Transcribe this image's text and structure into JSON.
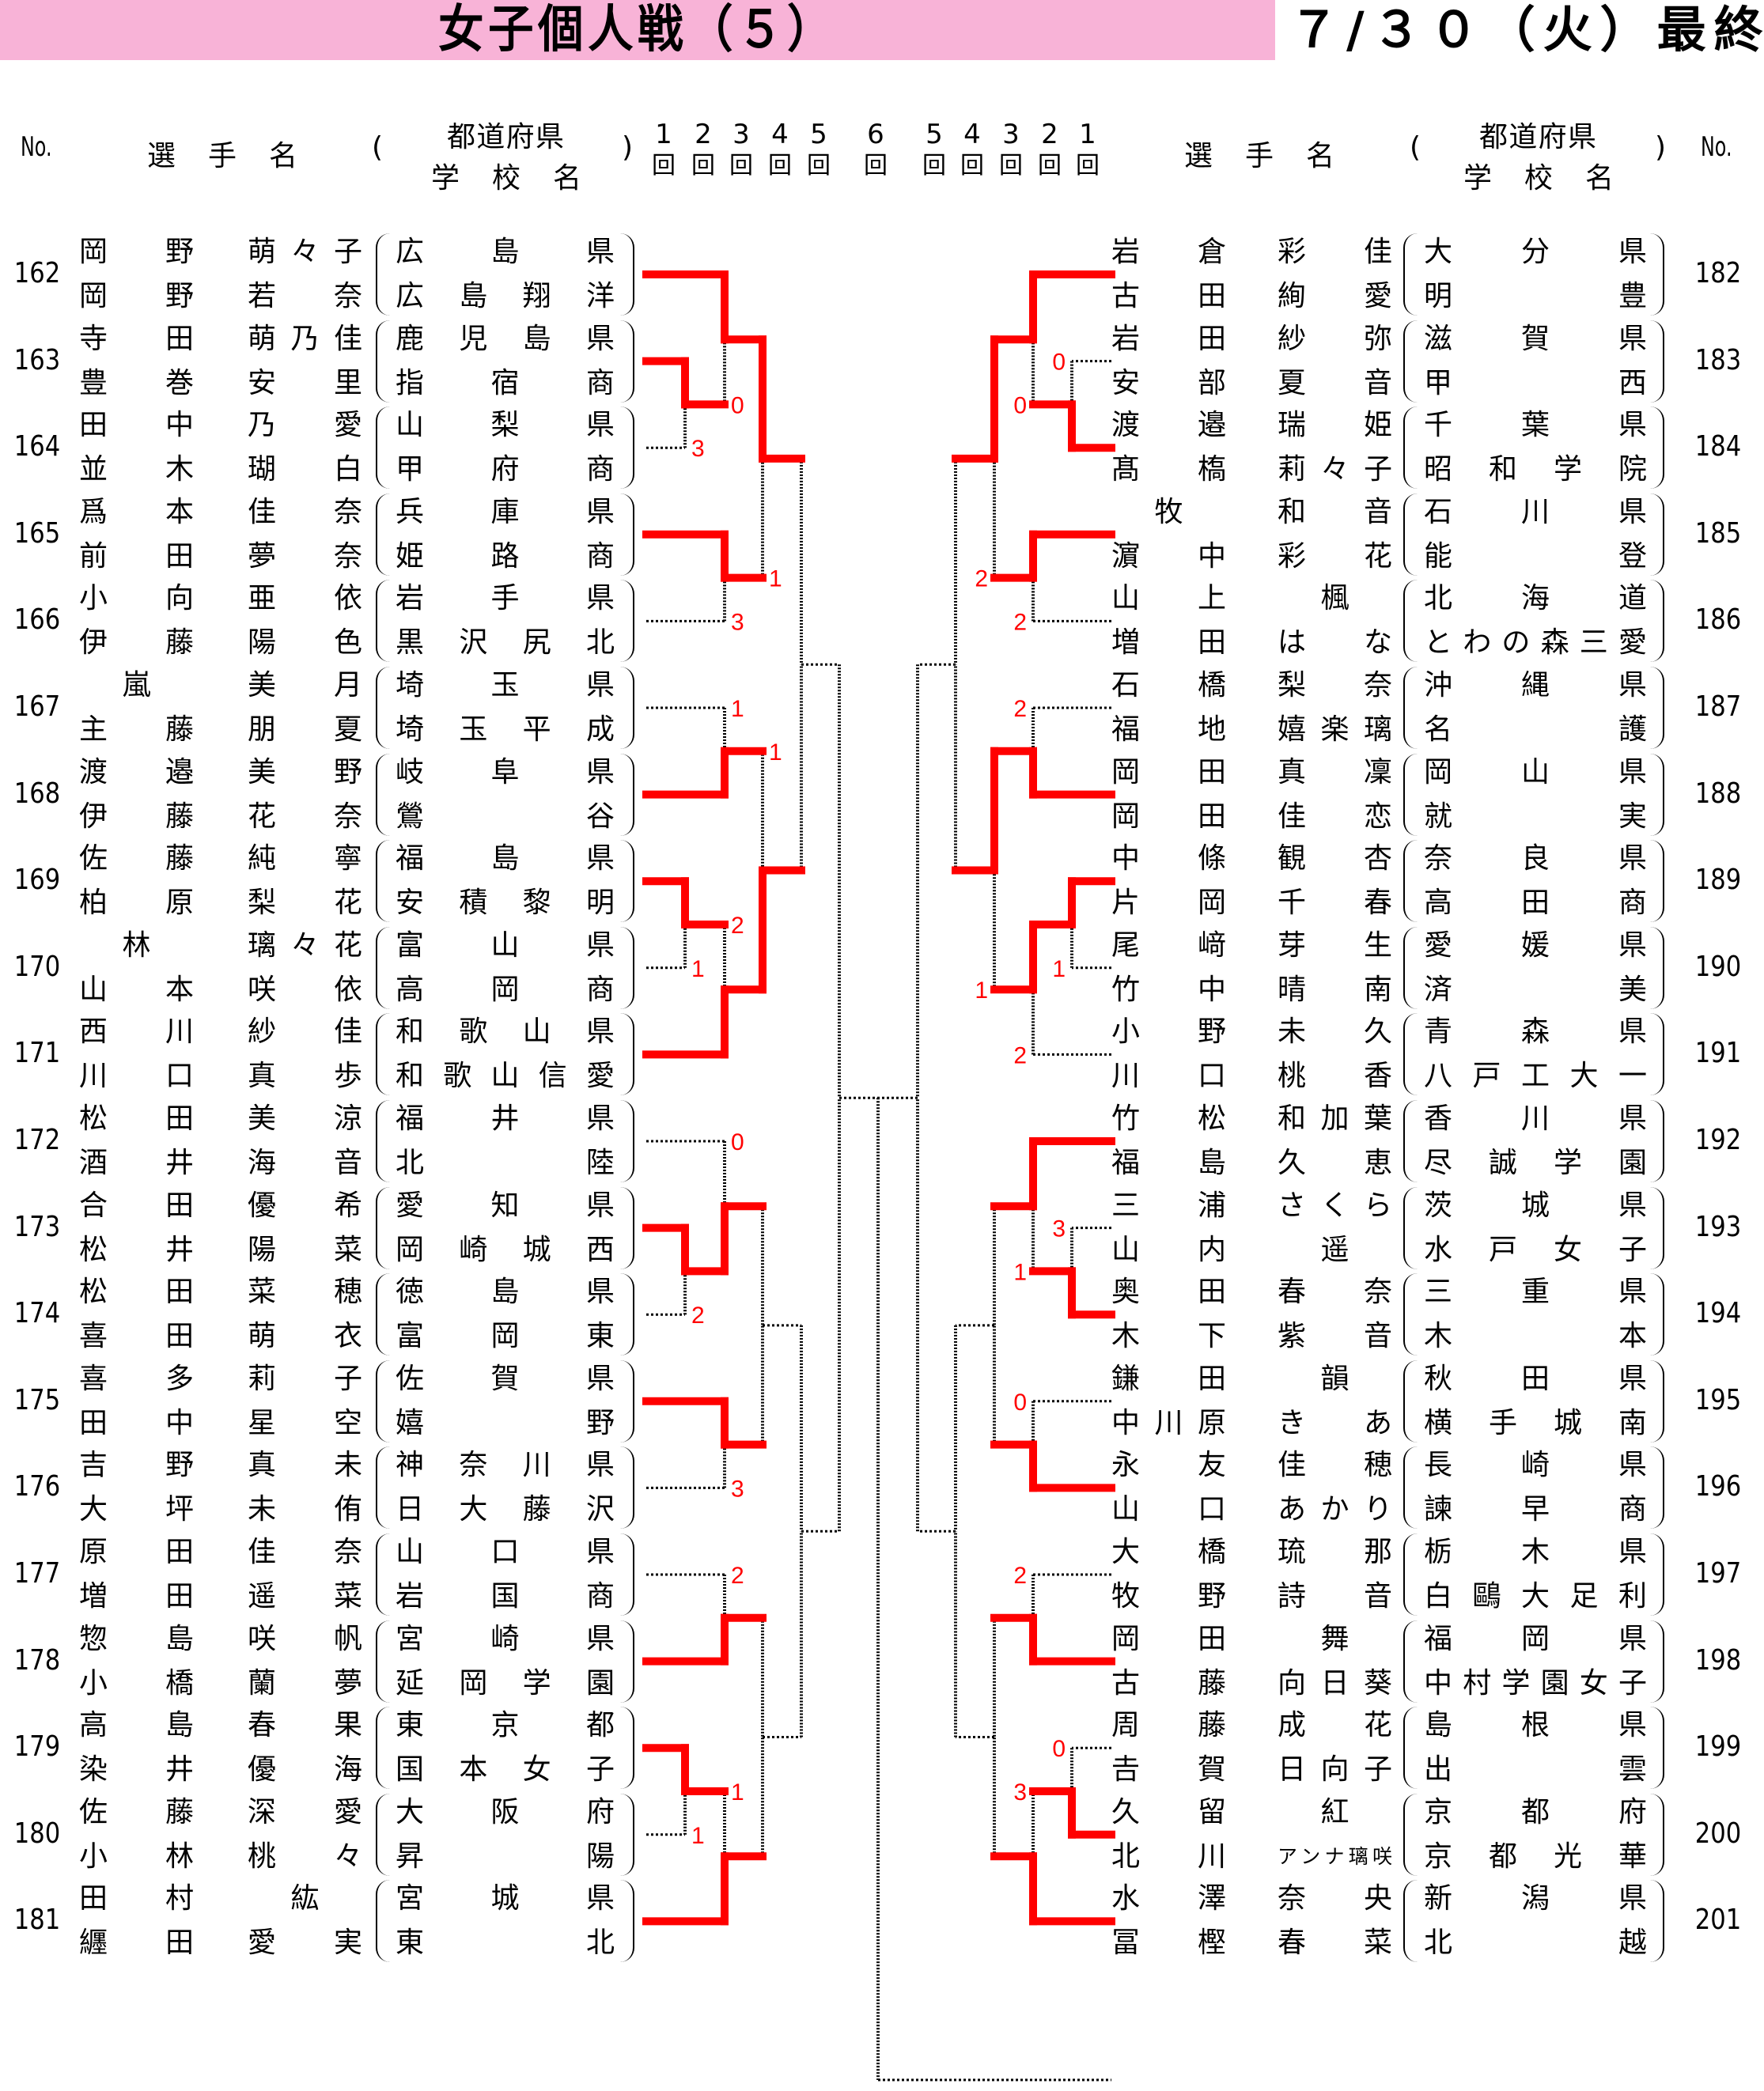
{
  "header": {
    "title": "女子個人戦（５）",
    "date": "７/３０（火）最終"
  },
  "columns": {
    "no": "No.",
    "player": "選手名",
    "school_top": "都道府県",
    "school_bottom": "学校名",
    "paren_open": "(",
    "paren_close": ")",
    "rounds_left": [
      {
        "n": "1",
        "u": "回"
      },
      {
        "n": "2",
        "u": "回"
      },
      {
        "n": "3",
        "u": "回"
      },
      {
        "n": "4",
        "u": "回"
      },
      {
        "n": "5",
        "u": "回"
      }
    ],
    "round_center": {
      "n": "6",
      "u": "回"
    },
    "rounds_right": [
      {
        "n": "5",
        "u": "回"
      },
      {
        "n": "4",
        "u": "回"
      },
      {
        "n": "3",
        "u": "回"
      },
      {
        "n": "2",
        "u": "回"
      },
      {
        "n": "1",
        "u": "回"
      }
    ]
  },
  "colors": {
    "header_bg": "#f8b3d7",
    "winner_line": "#ff0000",
    "score": "#ff0000",
    "pending_line": "#000000"
  },
  "left": {
    "entries": [
      {
        "no": "162",
        "players": [
          {
            "family": "岡野",
            "given": "萌々子"
          },
          {
            "family": "岡野",
            "given": "若奈"
          }
        ],
        "schools": [
          "広島県",
          "広島翔洋"
        ]
      },
      {
        "no": "163",
        "players": [
          {
            "family": "寺田",
            "given": "萌乃佳"
          },
          {
            "family": "豊巻",
            "given": "安里"
          }
        ],
        "schools": [
          "鹿児島県",
          "指宿商"
        ]
      },
      {
        "no": "164",
        "players": [
          {
            "family": "田中",
            "given": "乃愛"
          },
          {
            "family": "並木",
            "given": "瑚白"
          }
        ],
        "schools": [
          "山梨県",
          "甲府商"
        ]
      },
      {
        "no": "165",
        "players": [
          {
            "family": "爲本",
            "given": "佳奈"
          },
          {
            "family": "前田",
            "given": "夢奈"
          }
        ],
        "schools": [
          "兵庫県",
          "姫路商"
        ]
      },
      {
        "no": "166",
        "players": [
          {
            "family": "小向",
            "given": "亜依"
          },
          {
            "family": "伊藤",
            "given": "陽色"
          }
        ],
        "schools": [
          "岩手県",
          "黒沢尻北"
        ]
      },
      {
        "no": "167",
        "players": [
          {
            "family": "嵐",
            "given": "美月"
          },
          {
            "family": "主藤",
            "given": "朋夏"
          }
        ],
        "schools": [
          "埼玉県",
          "埼玉平成"
        ]
      },
      {
        "no": "168",
        "players": [
          {
            "family": "渡邉",
            "given": "美野"
          },
          {
            "family": "伊藤",
            "given": "花奈"
          }
        ],
        "schools": [
          "岐阜県",
          "鶯谷"
        ]
      },
      {
        "no": "169",
        "players": [
          {
            "family": "佐藤",
            "given": "純寧"
          },
          {
            "family": "柏原",
            "given": "梨花"
          }
        ],
        "schools": [
          "福島県",
          "安積黎明"
        ]
      },
      {
        "no": "170",
        "players": [
          {
            "family": "林",
            "given": "璃々花"
          },
          {
            "family": "山本",
            "given": "咲依"
          }
        ],
        "schools": [
          "富山県",
          "高岡商"
        ]
      },
      {
        "no": "171",
        "players": [
          {
            "family": "西川",
            "given": "紗佳"
          },
          {
            "family": "川口",
            "given": "真歩"
          }
        ],
        "schools": [
          "和歌山県",
          "和歌山信愛"
        ]
      },
      {
        "no": "172",
        "players": [
          {
            "family": "松田",
            "given": "美涼"
          },
          {
            "family": "酒井",
            "given": "海音"
          }
        ],
        "schools": [
          "福井県",
          "北陸"
        ]
      },
      {
        "no": "173",
        "players": [
          {
            "family": "合田",
            "given": "優希"
          },
          {
            "family": "松井",
            "given": "陽菜"
          }
        ],
        "schools": [
          "愛知県",
          "岡崎城西"
        ]
      },
      {
        "no": "174",
        "players": [
          {
            "family": "松田",
            "given": "菜穂"
          },
          {
            "family": "喜田",
            "given": "萌衣"
          }
        ],
        "schools": [
          "徳島県",
          "富岡東"
        ]
      },
      {
        "no": "175",
        "players": [
          {
            "family": "喜多",
            "given": "莉子"
          },
          {
            "family": "田中",
            "given": "星空"
          }
        ],
        "schools": [
          "佐賀県",
          "嬉野"
        ]
      },
      {
        "no": "176",
        "players": [
          {
            "family": "吉野",
            "given": "真未"
          },
          {
            "family": "大坪",
            "given": "未侑"
          }
        ],
        "schools": [
          "神奈川県",
          "日大藤沢"
        ]
      },
      {
        "no": "177",
        "players": [
          {
            "family": "原田",
            "given": "佳奈"
          },
          {
            "family": "増田",
            "given": "遥菜"
          }
        ],
        "schools": [
          "山口県",
          "岩国商"
        ]
      },
      {
        "no": "178",
        "players": [
          {
            "family": "惣島",
            "given": "咲帆"
          },
          {
            "family": "小橋",
            "given": "蘭夢"
          }
        ],
        "schools": [
          "宮崎県",
          "延岡学園"
        ]
      },
      {
        "no": "179",
        "players": [
          {
            "family": "高島",
            "given": "春果"
          },
          {
            "family": "染井",
            "given": "優海"
          }
        ],
        "schools": [
          "東京都",
          "国本女子"
        ]
      },
      {
        "no": "180",
        "players": [
          {
            "family": "佐藤",
            "given": "深愛"
          },
          {
            "family": "小林",
            "given": "桃々"
          }
        ],
        "schools": [
          "大阪府",
          "昇陽"
        ]
      },
      {
        "no": "181",
        "players": [
          {
            "family": "田村",
            "given": "紘"
          },
          {
            "family": "纒田",
            "given": "愛実"
          }
        ],
        "schools": [
          "宮城県",
          "東北"
        ]
      }
    ],
    "bracket": {
      "t": [
        {
          "t": [
            {
              "t": [
                {
                  "t": [
                    162,
                    {
                      "t": [
                        163,
                        164
                      ],
                      "w": 0,
                      "s": "3"
                    }
                  ],
                  "w": 0,
                  "s": "0"
                },
                {
                  "t": [
                    165,
                    166
                  ],
                  "w": 0,
                  "s": "3"
                }
              ],
              "w": 0,
              "s": "1"
            },
            {
              "t": [
                {
                  "t": [
                    167,
                    168
                  ],
                  "w": 1,
                  "s": "1"
                },
                {
                  "t": [
                    {
                      "t": [
                        169,
                        170
                      ],
                      "w": 0,
                      "s": "1"
                    },
                    171
                  ],
                  "w": 1,
                  "s": "2"
                }
              ],
              "w": 1,
              "s": "1"
            }
          ],
          "w": null
        },
        {
          "t": [
            {
              "t": [
                {
                  "t": [
                    172,
                    {
                      "t": [
                        173,
                        174
                      ],
                      "w": 0,
                      "s": "2"
                    }
                  ],
                  "w": 1,
                  "s": "0"
                },
                {
                  "t": [
                    175,
                    176
                  ],
                  "w": 0,
                  "s": "3"
                }
              ],
              "w": null
            },
            {
              "t": [
                {
                  "t": [
                    177,
                    178
                  ],
                  "w": 1,
                  "s": "2"
                },
                {
                  "t": [
                    {
                      "t": [
                        179,
                        180
                      ],
                      "w": 0,
                      "s": "1"
                    },
                    181
                  ],
                  "w": 1,
                  "s": "1"
                }
              ],
              "w": null
            }
          ],
          "w": null
        }
      ],
      "w": null
    }
  },
  "right": {
    "entries": [
      {
        "no": "182",
        "players": [
          {
            "family": "岩倉",
            "given": "彩佳"
          },
          {
            "family": "古田",
            "given": "絢愛"
          }
        ],
        "schools": [
          "大分県",
          "明豊"
        ]
      },
      {
        "no": "183",
        "players": [
          {
            "family": "岩田",
            "given": "紗弥"
          },
          {
            "family": "安部",
            "given": "夏音"
          }
        ],
        "schools": [
          "滋賀県",
          "甲西"
        ]
      },
      {
        "no": "184",
        "players": [
          {
            "family": "渡邉",
            "given": "瑞姫"
          },
          {
            "family": "髙槗",
            "given": "莉々子"
          }
        ],
        "schools": [
          "千葉県",
          "昭和学院"
        ]
      },
      {
        "no": "185",
        "players": [
          {
            "family": "牧",
            "given": "和音"
          },
          {
            "family": "濵中",
            "given": "彩花"
          }
        ],
        "schools": [
          "石川県",
          "能登"
        ]
      },
      {
        "no": "186",
        "players": [
          {
            "family": "山上",
            "given": "楓"
          },
          {
            "family": "増田",
            "given": "はな"
          }
        ],
        "schools": [
          "北海道",
          "とわの森三愛"
        ]
      },
      {
        "no": "187",
        "players": [
          {
            "family": "石橋",
            "given": "梨奈"
          },
          {
            "family": "福地",
            "given": "嬉楽璃"
          }
        ],
        "schools": [
          "沖縄県",
          "名護"
        ]
      },
      {
        "no": "188",
        "players": [
          {
            "family": "岡田",
            "given": "真凜"
          },
          {
            "family": "岡田",
            "given": "佳恋"
          }
        ],
        "schools": [
          "岡山県",
          "就実"
        ]
      },
      {
        "no": "189",
        "players": [
          {
            "family": "中條",
            "given": "観杏"
          },
          {
            "family": "片岡",
            "given": "千春"
          }
        ],
        "schools": [
          "奈良県",
          "高田商"
        ]
      },
      {
        "no": "190",
        "players": [
          {
            "family": "尾﨑",
            "given": "芽生"
          },
          {
            "family": "竹中",
            "given": "晴南"
          }
        ],
        "schools": [
          "愛媛県",
          "済美"
        ]
      },
      {
        "no": "191",
        "players": [
          {
            "family": "小野",
            "given": "未久"
          },
          {
            "family": "川口",
            "given": "桃香"
          }
        ],
        "schools": [
          "青森県",
          "八戸工大一"
        ]
      },
      {
        "no": "192",
        "players": [
          {
            "family": "竹松",
            "given": "和加葉"
          },
          {
            "family": "福島",
            "given": "久恵"
          }
        ],
        "schools": [
          "香川県",
          "尽誠学園"
        ]
      },
      {
        "no": "193",
        "players": [
          {
            "family": "三浦",
            "given": "さくら"
          },
          {
            "family": "山内",
            "given": "遥"
          }
        ],
        "schools": [
          "茨城県",
          "水戸女子"
        ]
      },
      {
        "no": "194",
        "players": [
          {
            "family": "奥田",
            "given": "春奈"
          },
          {
            "family": "木下",
            "given": "紫音"
          }
        ],
        "schools": [
          "三重県",
          "木本"
        ]
      },
      {
        "no": "195",
        "players": [
          {
            "family": "鎌田",
            "given": "韻"
          },
          {
            "family": "中川原",
            "given": "きあ"
          }
        ],
        "schools": [
          "秋田県",
          "横手城南"
        ]
      },
      {
        "no": "196",
        "players": [
          {
            "family": "永友",
            "given": "佳穂"
          },
          {
            "family": "山口",
            "given": "あかり"
          }
        ],
        "schools": [
          "長崎県",
          "諫早商"
        ]
      },
      {
        "no": "197",
        "players": [
          {
            "family": "大橋",
            "given": "琉那"
          },
          {
            "family": "牧野",
            "given": "詩音"
          }
        ],
        "schools": [
          "栃木県",
          "白鷗大足利"
        ]
      },
      {
        "no": "198",
        "players": [
          {
            "family": "岡田",
            "given": "舞"
          },
          {
            "family": "古藤",
            "given": "向日葵"
          }
        ],
        "schools": [
          "福岡県",
          "中村学園女子"
        ]
      },
      {
        "no": "199",
        "players": [
          {
            "family": "周藤",
            "given": "成花"
          },
          {
            "family": "𠮷賀",
            "given": "日向子"
          }
        ],
        "schools": [
          "島根県",
          "出雲"
        ]
      },
      {
        "no": "200",
        "players": [
          {
            "family": "久留",
            "given": "紅"
          },
          {
            "family": "北川",
            "given": "アンナ璃咲"
          }
        ],
        "schools": [
          "京都府",
          "京都光華"
        ]
      },
      {
        "no": "201",
        "players": [
          {
            "family": "水澤",
            "given": "奈央"
          },
          {
            "family": "冨樫",
            "given": "春菜"
          }
        ],
        "schools": [
          "新潟県",
          "北越"
        ]
      }
    ],
    "bracket": {
      "t": [
        {
          "t": [
            {
              "t": [
                {
                  "t": [
                    182,
                    {
                      "t": [
                        183,
                        184
                      ],
                      "w": 1,
                      "s": "0"
                    }
                  ],
                  "w": 0,
                  "s": "0"
                },
                {
                  "t": [
                    185,
                    186
                  ],
                  "w": 0,
                  "s": "2"
                }
              ],
              "w": 0,
              "s": "2"
            },
            {
              "t": [
                {
                  "t": [
                    187,
                    188
                  ],
                  "w": 1,
                  "s": "2"
                },
                {
                  "t": [
                    {
                      "t": [
                        189,
                        190
                      ],
                      "w": 0,
                      "s": "1"
                    },
                    191
                  ],
                  "w": 0,
                  "s": "2"
                }
              ],
              "w": 0,
              "s": "1"
            }
          ],
          "w": null
        },
        {
          "t": [
            {
              "t": [
                {
                  "t": [
                    192,
                    {
                      "t": [
                        193,
                        194
                      ],
                      "w": 1,
                      "s": "3"
                    }
                  ],
                  "w": 0,
                  "s": "1"
                },
                {
                  "t": [
                    195,
                    196
                  ],
                  "w": 1,
                  "s": "0"
                }
              ],
              "w": null
            },
            {
              "t": [
                {
                  "t": [
                    197,
                    198
                  ],
                  "w": 1,
                  "s": "2"
                },
                {
                  "t": [
                    {
                      "t": [
                        199,
                        200
                      ],
                      "w": 1,
                      "s": "0"
                    },
                    201
                  ],
                  "w": 1,
                  "s": "3"
                }
              ],
              "w": null
            }
          ],
          "w": null
        }
      ],
      "w": null
    }
  }
}
